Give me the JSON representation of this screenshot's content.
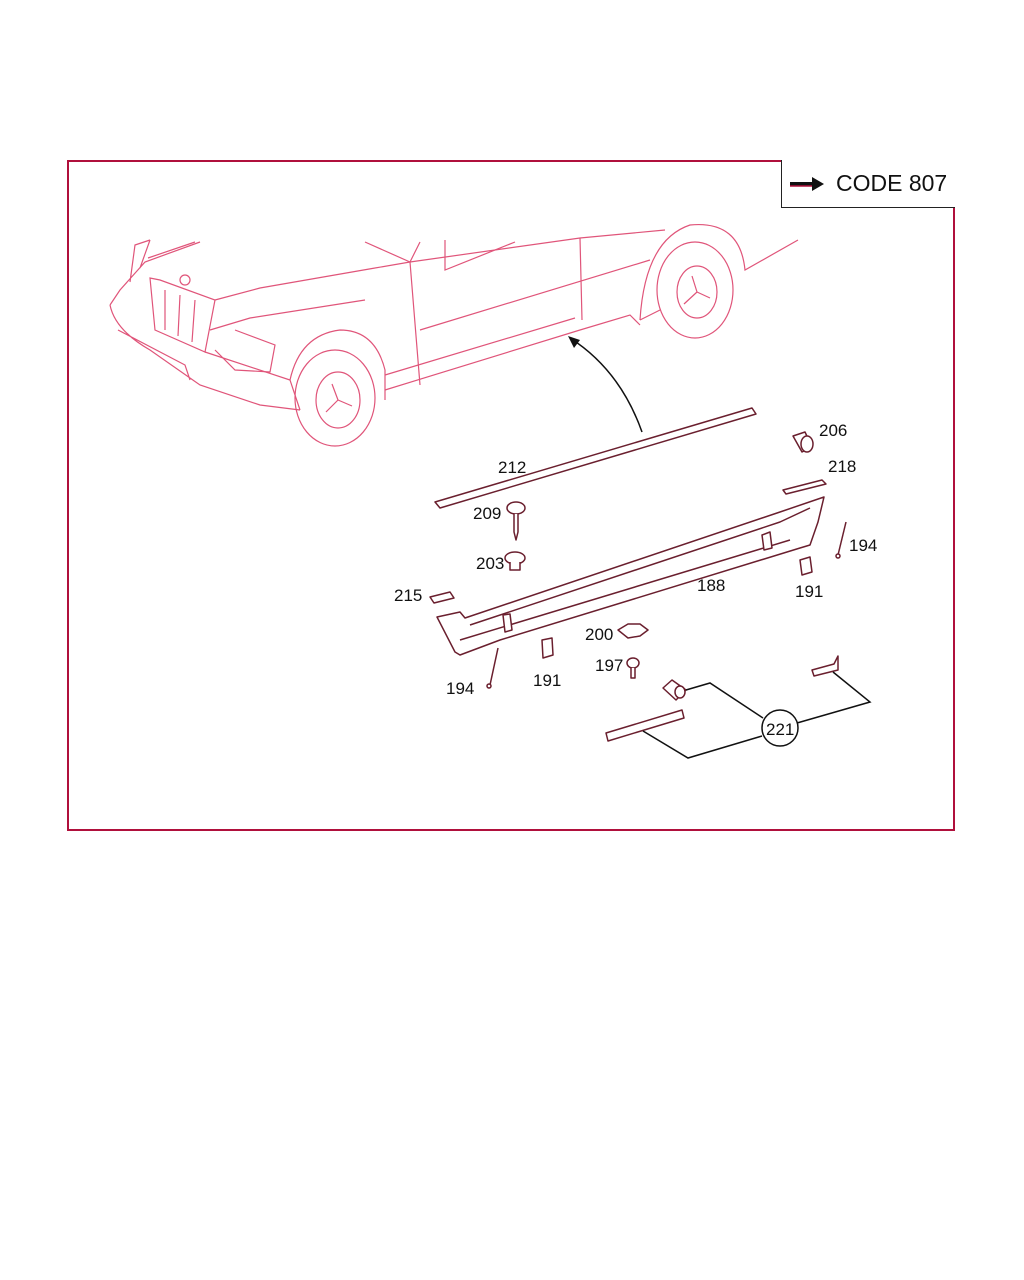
{
  "code_box": {
    "label": "CODE 807",
    "icon": "arrow-right-icon"
  },
  "labels": {
    "p212": "212",
    "p206": "206",
    "p218": "218",
    "p209": "209",
    "p203": "203",
    "p194a": "194",
    "p215": "215",
    "p188": "188",
    "p191a": "191",
    "p200": "200",
    "p197": "197",
    "p194b": "194",
    "p191b": "191",
    "p221": "221"
  },
  "colors": {
    "frame": "#b0103c",
    "car_lines": "#e0557a"
  }
}
